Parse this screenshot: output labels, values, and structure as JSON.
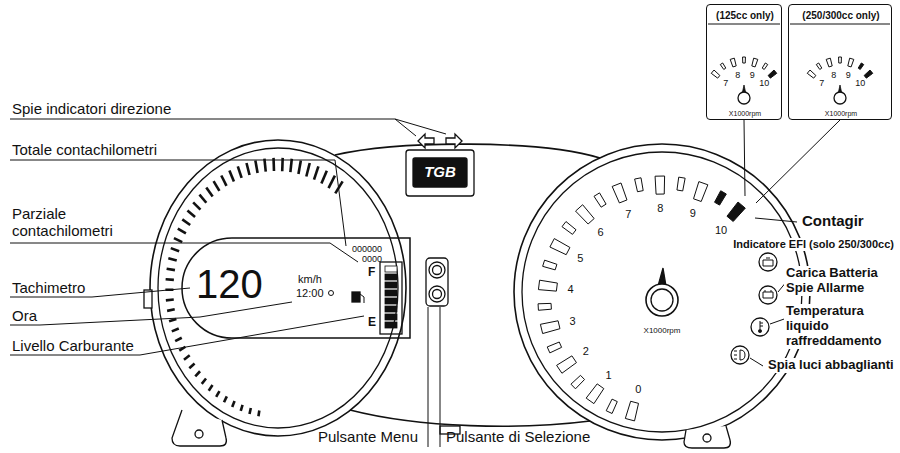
{
  "diagram": {
    "nodes": [
      {
        "text": [
          "(125cc only)",
          "7",
          "8",
          "9",
          "10",
          "X1000rpm"
        ]
      },
      {
        "text": [
          "(250/300cc only)",
          "7",
          "8",
          "9",
          "10",
          "X1000rpm"
        ]
      }
    ],
    "labels": [
      "Spie indicatori direzione",
      "Totale contachilometri",
      "Parziale contachilometri",
      "Tachimetro",
      "Ora",
      "Livello Carburante",
      "Pulsante Menu",
      "Pulsante di Selezione",
      "Contagir",
      "Indicatore EFI (solo 250/300cc)",
      "Carica Batteria Spie Allarme",
      "Temperatura liquido raffreddamento",
      "Spia luci abbaglianti",
      "TGB",
      "000000",
      "0000",
      "120",
      "km/h",
      "12:00",
      "F",
      "E",
      "0",
      "1",
      "2",
      "3",
      "4",
      "5",
      "6",
      "7",
      "8",
      "9",
      "10",
      "X1000rpm"
    ]
  }
}
